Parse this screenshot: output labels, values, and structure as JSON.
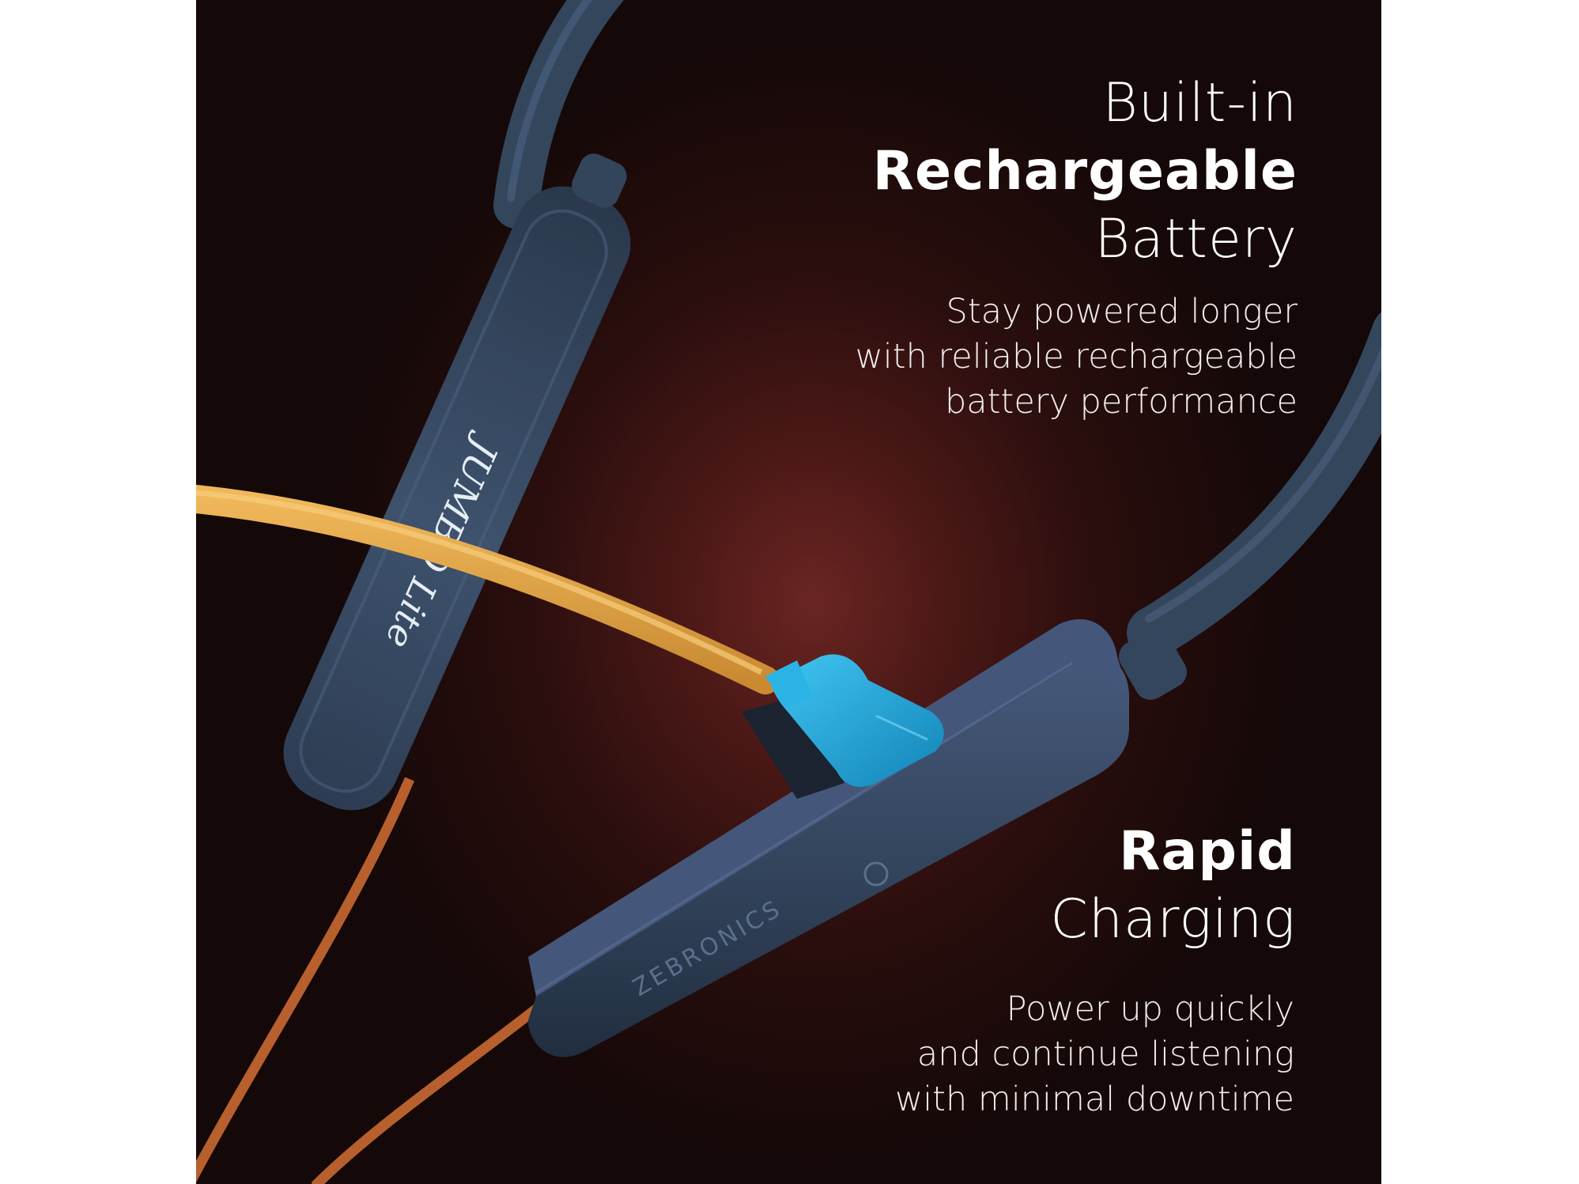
{
  "section_battery": {
    "heading_line1": "Built-in",
    "heading_line2": "Rechargeable",
    "heading_line3": "Battery",
    "description": [
      "Stay powered longer",
      "with reliable rechargeable",
      "battery performance"
    ]
  },
  "section_charging": {
    "heading_line1": "Rapid",
    "heading_line2": "Charging",
    "description": [
      "Power up quickly",
      "and continue listening",
      "with minimal downtime"
    ]
  },
  "product": {
    "model_logo": "JUMBO Lite",
    "brand_logo": "ZEBRONICS"
  },
  "colors": {
    "background_center": "#6a2522",
    "background_edge": "#140808",
    "neckband": "#3a4c63",
    "cable_yellow": "#e3a646",
    "cable_orange": "#c06a32",
    "connector": "#1fa8dc",
    "text": "#ffffff"
  }
}
